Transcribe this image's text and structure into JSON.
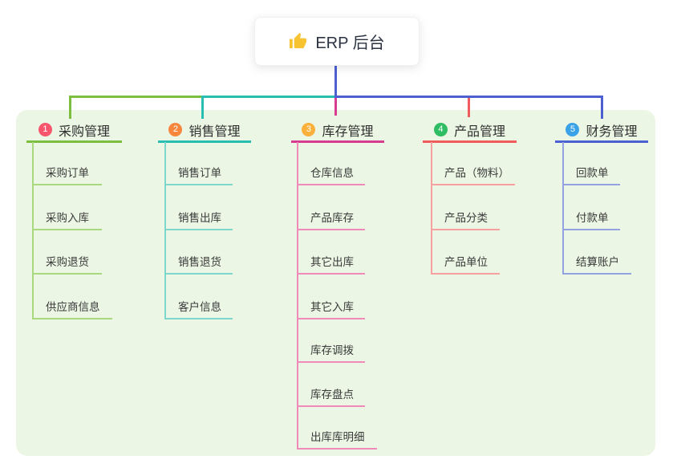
{
  "root": {
    "label": "ERP 后台",
    "icon": "thumbs-up-icon"
  },
  "colors": {
    "panel_bg": "#ebf6e4",
    "branch_lines": [
      "#7cbe3f",
      "#28bfb2",
      "#d63d90",
      "#f15b5b",
      "#4c60d2"
    ],
    "branch_lines_light": [
      "#a9d87f",
      "#7fd7cc",
      "#f08ab8",
      "#f7a0a0",
      "#93a2e0"
    ],
    "badge_colors": [
      "#f8566c",
      "#f8873d",
      "#fcb03c",
      "#2fbd64",
      "#3ba2e8"
    ],
    "thumb_icon": "#f7c331"
  },
  "branches": [
    {
      "badge": "1",
      "label": "采购管理",
      "items": [
        "采购订单",
        "采购入库",
        "采购退货",
        "供应商信息"
      ]
    },
    {
      "badge": "2",
      "label": "销售管理",
      "items": [
        "销售订单",
        "销售出库",
        "销售退货",
        "客户信息"
      ]
    },
    {
      "badge": "3",
      "label": "库存管理",
      "items": [
        "仓库信息",
        "产品库存",
        "其它出库",
        "其它入库",
        "库存调拨",
        "库存盘点",
        "出库库明细"
      ]
    },
    {
      "badge": "4",
      "label": "产品管理",
      "items": [
        "产品（物料）",
        "产品分类",
        "产品单位"
      ]
    },
    {
      "badge": "5",
      "label": "财务管理",
      "items": [
        "回款单",
        "付款单",
        "结算账户"
      ]
    }
  ]
}
